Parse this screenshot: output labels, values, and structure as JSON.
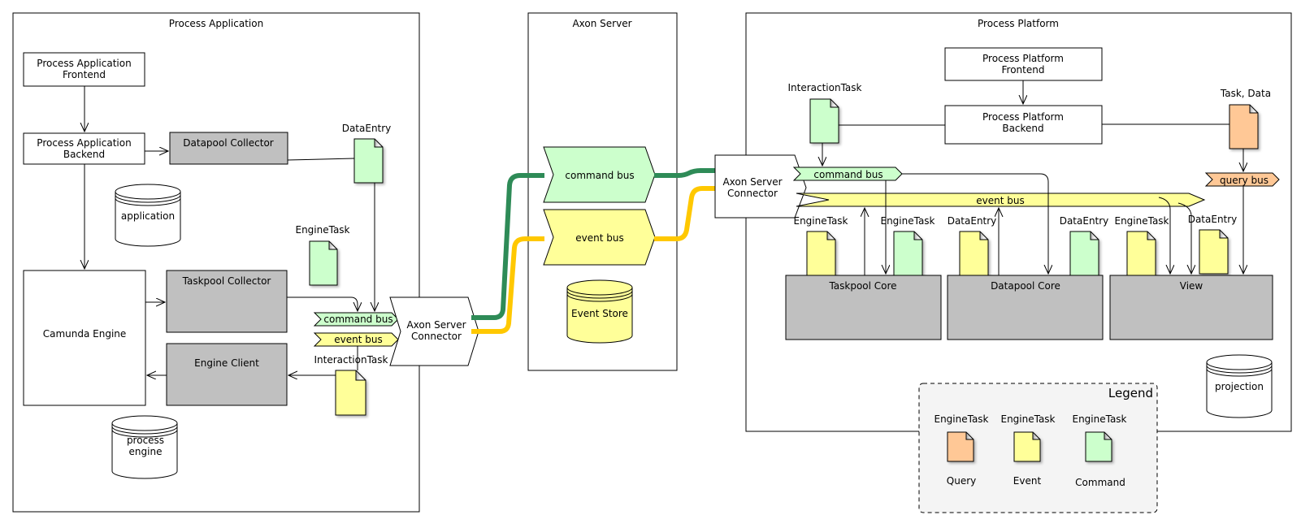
{
  "process_application": {
    "title": "Process Application",
    "frontend": [
      "Process Application",
      "Frontend"
    ],
    "backend": [
      "Process Application",
      "Backend"
    ],
    "datapool_collector": "Datapool Collector",
    "application_db": "application",
    "camunda_engine": "Camunda Engine",
    "taskpool_collector": "Taskpool Collector",
    "engine_client": "Engine Client",
    "process_engine_db": [
      "process",
      "engine"
    ],
    "data_entry_label": "DataEntry",
    "engine_task_label": "EngineTask",
    "interaction_task_label": "InteractionTask",
    "command_bus": "command bus",
    "event_bus": "event bus",
    "connector": [
      "Axon Server",
      "Connector"
    ]
  },
  "axon_server": {
    "title": "Axon Server",
    "command_bus": "command bus",
    "event_bus": "event bus",
    "event_store": "Event Store"
  },
  "process_platform": {
    "title": "Process Platform",
    "frontend": [
      "Process Platform",
      "Frontend"
    ],
    "backend": [
      "Process Platform",
      "Backend"
    ],
    "interaction_task_label": "InteractionTask",
    "task_data_label": "Task, Data",
    "connector": [
      "Axon Server",
      "Connector"
    ],
    "command_bus": "command bus",
    "event_bus": "event bus",
    "query_bus": "query bus",
    "taskpool_core": "Taskpool Core",
    "datapool_core": "Datapool Core",
    "view": "View",
    "projection_db": "projection",
    "doc_labels": [
      "EngineTask",
      "EngineTask",
      "DataEntry",
      "DataEntry",
      "EngineTask",
      "DataEntry"
    ]
  },
  "legend": {
    "title": "Legend",
    "items": [
      {
        "label": "EngineTask",
        "caption": "Query",
        "color": "#ffc896"
      },
      {
        "label": "EngineTask",
        "caption": "Event",
        "color": "#ffff99"
      },
      {
        "label": "EngineTask",
        "caption": "Command",
        "color": "#ccffcc"
      }
    ]
  },
  "colors": {
    "command": "#ccffcc",
    "event": "#ffff99",
    "query": "#ffc896",
    "component": "#c0c0c0",
    "command_line": "#2e8b57",
    "event_line": "#ffc800"
  }
}
